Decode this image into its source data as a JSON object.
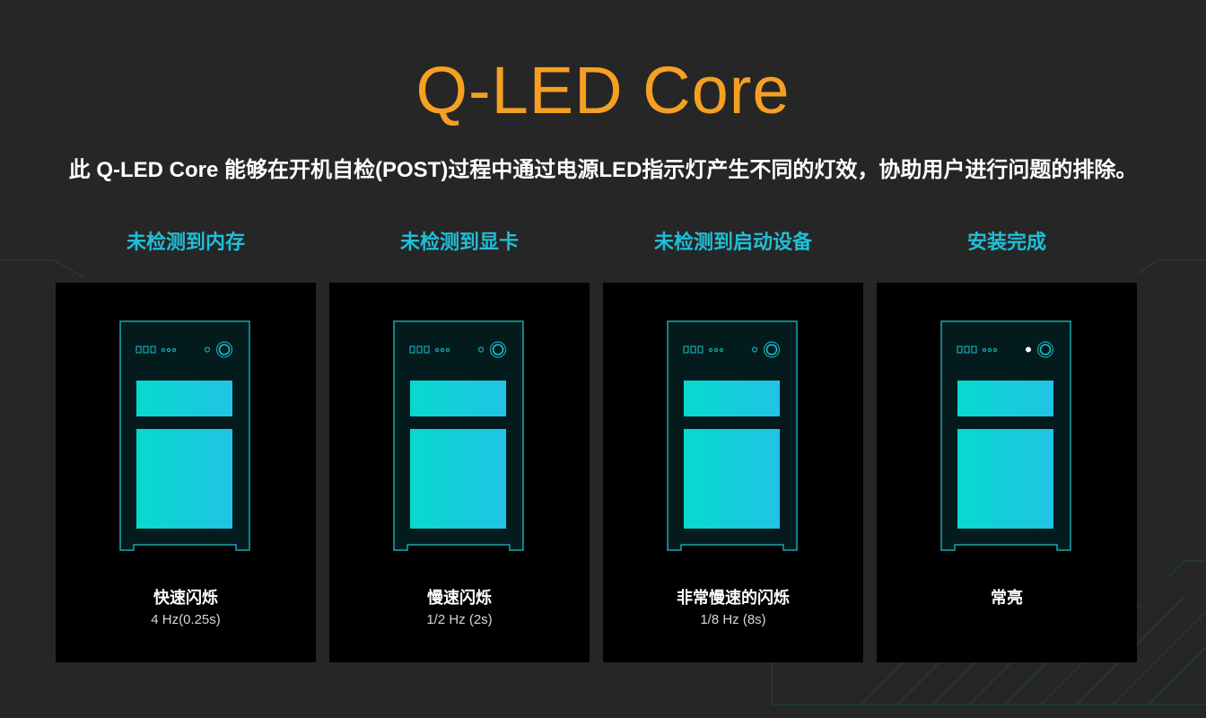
{
  "header": {
    "title": "Q-LED Core",
    "subtitle": "此 Q-LED Core 能够在开机自检(POST)过程中通过电源LED指示灯产生不同的灯效，协助用户进行问题的排除。"
  },
  "colors": {
    "background": "#262626",
    "title": "#f5a022",
    "label": "#1fbfd6",
    "card": "#000000",
    "panel_gradient_start": "#07d9cf",
    "panel_gradient_end": "#21c4e4"
  },
  "icons": {
    "pc_case": "pc-tower-illustration",
    "power_button": "power-button-icon",
    "status_led": "power-led-icon"
  },
  "cards": [
    {
      "label": "未检测到内存",
      "mode": "快速闪烁",
      "freq": "4 Hz(0.25s)",
      "led_lit": false
    },
    {
      "label": "未检测到显卡",
      "mode": "慢速闪烁",
      "freq": "1/2 Hz (2s)",
      "led_lit": false
    },
    {
      "label": "未检测到启动设备",
      "mode": "非常慢速的闪烁",
      "freq": "1/8 Hz (8s)",
      "led_lit": false
    },
    {
      "label": "安装完成",
      "mode": "常亮",
      "freq": "",
      "led_lit": true
    }
  ]
}
